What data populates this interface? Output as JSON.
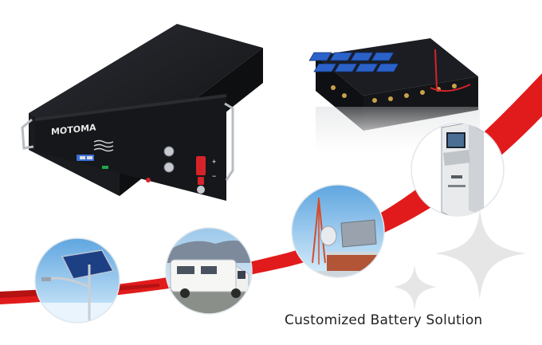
{
  "brand_label": "MOTOMA",
  "caption": "Customized Battery Solution",
  "applications": [
    {
      "name": "solar-street-light"
    },
    {
      "name": "rv-camper"
    },
    {
      "name": "telecom-tower"
    },
    {
      "name": "atm-machine"
    }
  ],
  "colors": {
    "swoosh": "#e11b1b",
    "battery_body": "#1a1c20",
    "accent_blue": "#2b62c9",
    "sky": "#8fc3ea",
    "star_gray": "#e3e3e3"
  }
}
